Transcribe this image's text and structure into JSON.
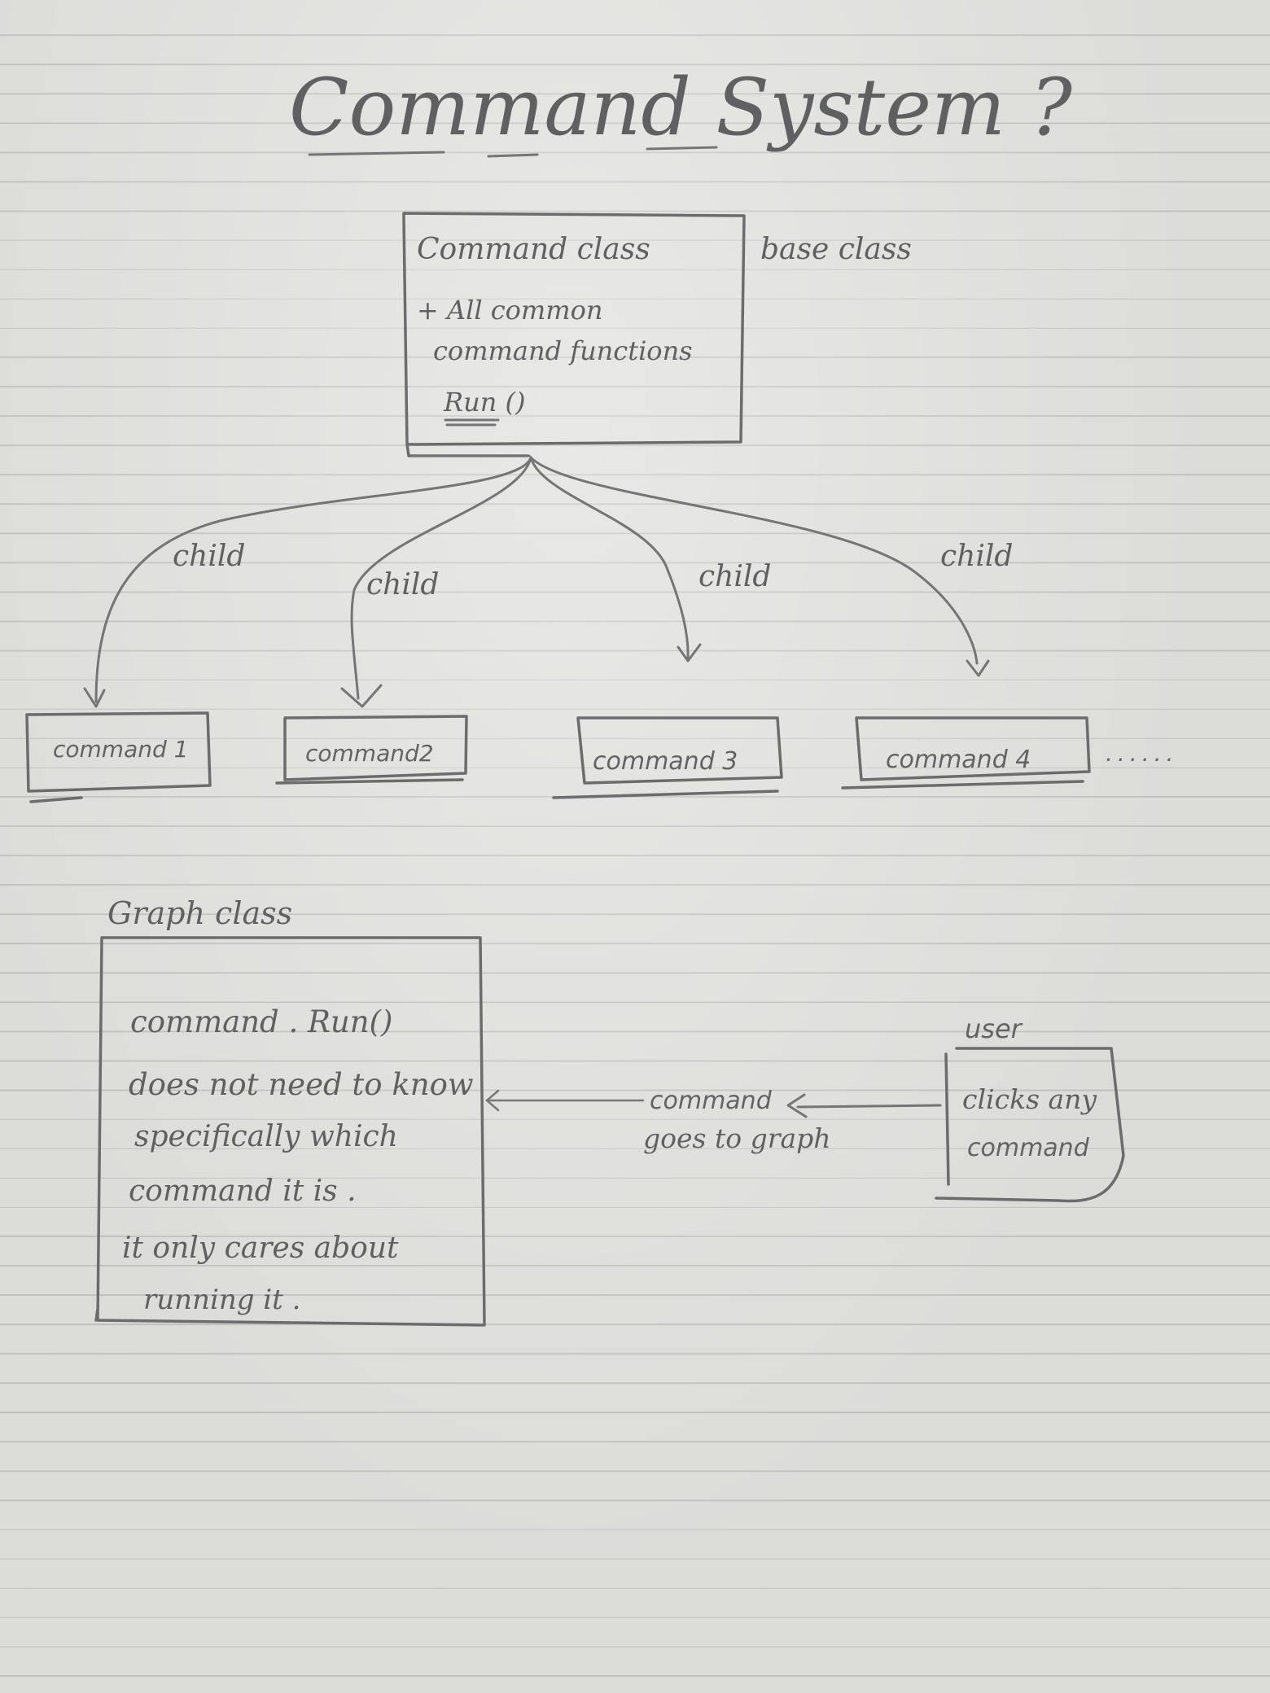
{
  "title": "Command System ?",
  "base_class": {
    "title": "Command class",
    "line1": "+ All common",
    "line2": "command functions",
    "method": "Run ()",
    "side_label": "base class"
  },
  "children": {
    "edge_label": "child",
    "items": [
      "command 1",
      "command2",
      "command 3",
      "command 4"
    ],
    "ellipsis": "......"
  },
  "graph_class": {
    "title": "Graph class",
    "lines": [
      "command . Run()",
      "does not need to know",
      "specifically which",
      "command it is .",
      "it only cares about",
      "running it ."
    ]
  },
  "user": {
    "label": "user",
    "line1": "clicks any",
    "line2": "command"
  },
  "flow": {
    "line1": "command",
    "line2": "goes to graph"
  }
}
